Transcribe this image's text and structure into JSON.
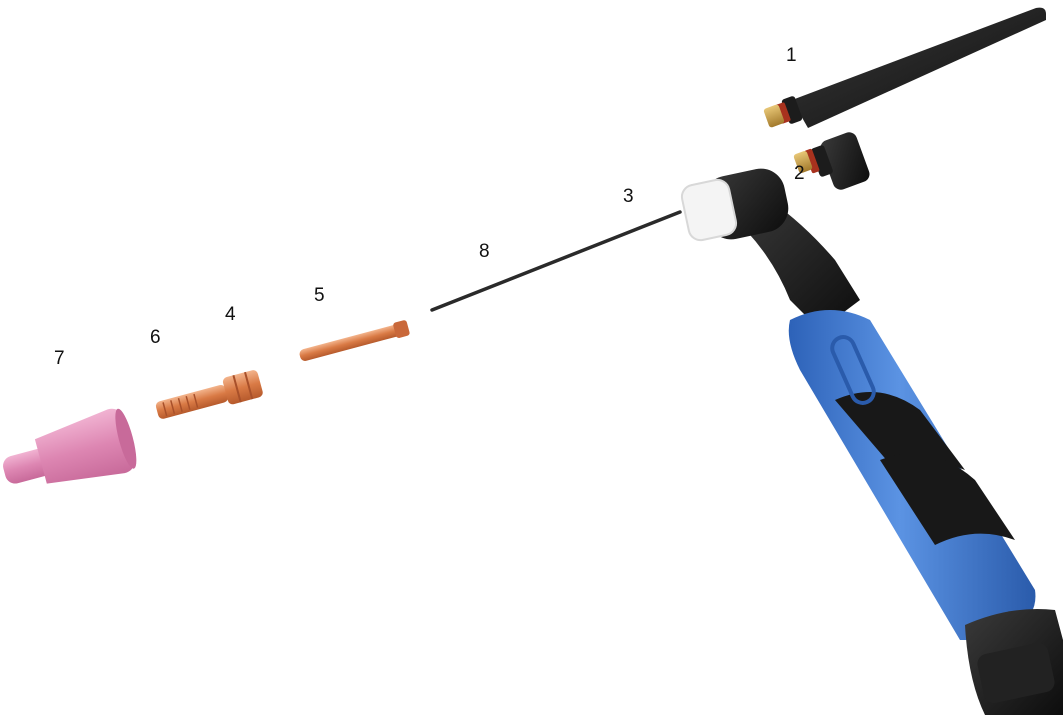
{
  "callouts": {
    "c1": "1",
    "c2": "2",
    "c3": "3",
    "c4": "4",
    "c5": "5",
    "c6": "6",
    "c7": "7",
    "c8": "8"
  },
  "colors": {
    "background": "#ffffff",
    "handle_blue": "#4f86d9",
    "handle_black": "#1a1a1a",
    "copper": "#d9784a",
    "ceramic_cup": "#e08bb6",
    "insulator_white": "#f2f2f2",
    "brass": "#c9a24a"
  }
}
